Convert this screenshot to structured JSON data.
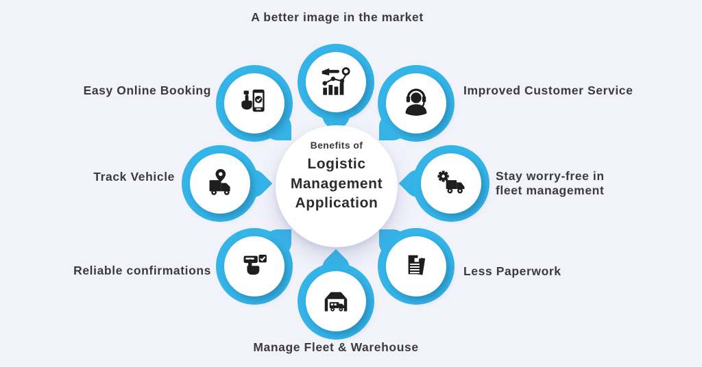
{
  "colors": {
    "background": "#F1F2FA",
    "accent": "#35B4E8",
    "icon": "#1E1E1F",
    "text": "#3B3B3E"
  },
  "center": {
    "subtitle": "Benefits of",
    "title": "Logistic\nManagement\nApplication"
  },
  "nodes": [
    {
      "id": "market-image",
      "label": "A better image in the market",
      "icon": "growth-chart-icon",
      "position": "top"
    },
    {
      "id": "customer-service",
      "label": "Improved Customer Service",
      "icon": "headset-agent-icon",
      "position": "top-right"
    },
    {
      "id": "fleet-management",
      "label": "Stay worry-free in\nfleet management",
      "icon": "truck-gear-icon",
      "position": "right"
    },
    {
      "id": "less-paperwork",
      "label": "Less Paperwork",
      "icon": "documents-icon",
      "position": "bottom-right"
    },
    {
      "id": "fleet-warehouse",
      "label": "Manage Fleet & Warehouse",
      "icon": "warehouse-truck-icon",
      "position": "bottom"
    },
    {
      "id": "reliable-confirmations",
      "label": "Reliable confirmations",
      "icon": "confirm-click-icon",
      "position": "bottom-left"
    },
    {
      "id": "track-vehicle",
      "label": "Track Vehicle",
      "icon": "truck-location-icon",
      "position": "left"
    },
    {
      "id": "easy-booking",
      "label": "Easy Online Booking",
      "icon": "phone-booking-icon",
      "position": "top-left"
    }
  ]
}
